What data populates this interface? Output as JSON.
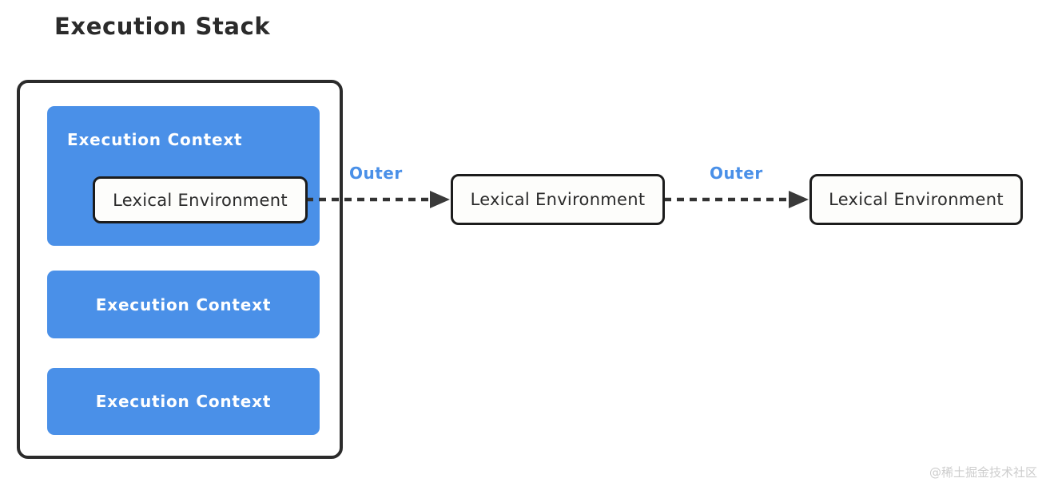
{
  "diagram": {
    "title": "Execution Stack",
    "type": "block-diagram",
    "background_color": "#ffffff"
  },
  "colors": {
    "accent_blue": "#4a90e8",
    "outline_black": "#2b2b2b",
    "box_border": "#1c1c1c",
    "box_fill": "#fdfdfb",
    "arrow": "#333333",
    "watermark": "#cdcdcd"
  },
  "stack": {
    "name": "execution-stack-container",
    "contexts": [
      {
        "label": "Execution Context",
        "label_align": "left",
        "contains_lexical_environment": true
      },
      {
        "label": "Execution Context",
        "label_align": "center",
        "contains_lexical_environment": false
      },
      {
        "label": "Execution Context",
        "label_align": "center",
        "contains_lexical_environment": false
      }
    ]
  },
  "lexical_environments": [
    {
      "label": "Lexical Environment",
      "position": "inside-first-context"
    },
    {
      "label": "Lexical Environment",
      "position": "middle"
    },
    {
      "label": "Lexical Environment",
      "position": "right"
    }
  ],
  "connectors": [
    {
      "label": "Outer",
      "style": "dashed",
      "arrowhead": "filled-triangle",
      "direction": "right"
    },
    {
      "label": "Outer",
      "style": "dashed",
      "arrowhead": "filled-triangle",
      "direction": "right"
    }
  ],
  "watermark": {
    "text": "@稀土掘金技术社区"
  }
}
